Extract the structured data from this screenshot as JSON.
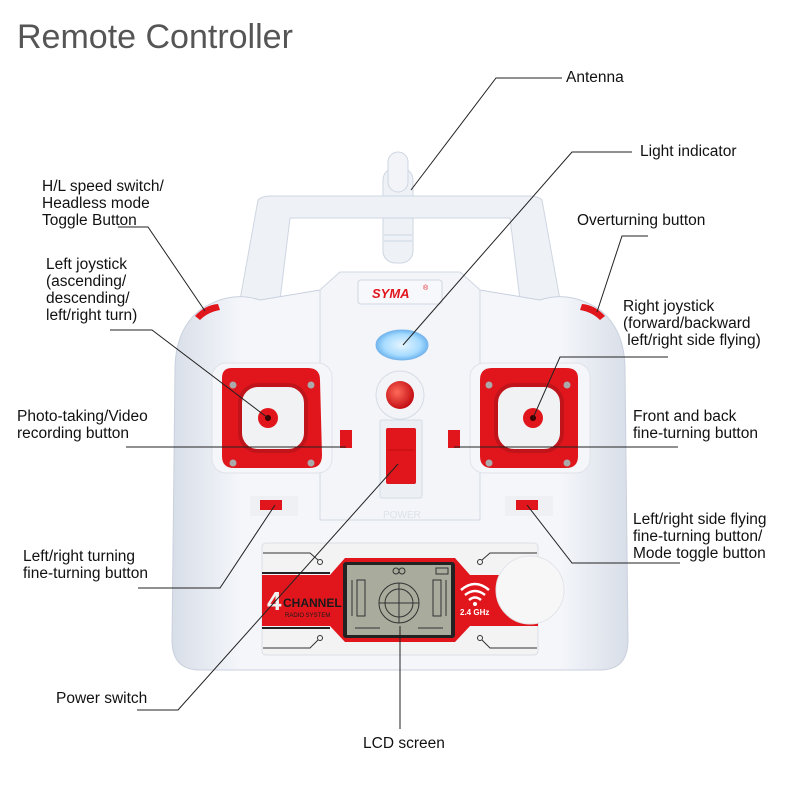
{
  "title": "Remote Controller",
  "brand": {
    "logo_text": "SYMA",
    "registered_mark": "®",
    "power_text": "POWER",
    "channel_number": "4",
    "channel_word": "CHANNEL",
    "radio_system": "RADIO SYSTEM",
    "frequency": "2.4 GHz"
  },
  "colors": {
    "accent_red": "#e0161c",
    "body_white": "#eef1f6",
    "body_shade": "#d5dbe6",
    "lcd_green": "#a9ab9c",
    "led_blue": "#9fd6ff",
    "label_text": "#111111",
    "title_text": "#555555"
  },
  "callouts": {
    "antenna": "Antenna",
    "light_indicator": "Light indicator",
    "hl_speed_switch": "H/L speed switch/\nHeadless mode\nToggle Button",
    "overturning_button": "Overturning button",
    "left_joystick": "Left joystick\n(ascending/\ndescending/\nleft/right turn)",
    "right_joystick": "Right joystick\n(forward/backward\n left/right side flying)",
    "photo_video_button": "Photo-taking/Video\nrecording button",
    "front_back_trim": "Front and back\nfine-turning button",
    "left_right_turn_trim": "Left/right turning\nfine-turning button",
    "side_flying_trim": "Left/right side flying\nfine-turning button/\nMode toggle button",
    "power_switch": "Power switch",
    "lcd_screen": "LCD screen"
  }
}
